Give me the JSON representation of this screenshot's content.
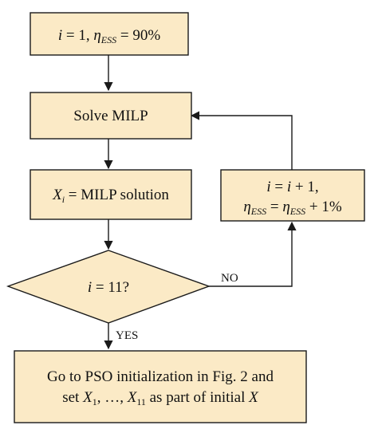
{
  "nodes": {
    "init": {
      "i_var": "i",
      "i_eq": " = 1, ",
      "eta": "η",
      "eta_sub": "ESS",
      "eta_val": " = 90%"
    },
    "solve": {
      "text": "Solve MILP"
    },
    "assign": {
      "x": "X",
      "x_sub": "i",
      "rest": " = MILP solution"
    },
    "decision": {
      "i_var": "i",
      "rest": " = 11?"
    },
    "update": {
      "l1_i": "i",
      "l1_eq": " = ",
      "l1_i2": "i",
      "l1_plus": " + 1,",
      "l2_eta": "η",
      "l2_sub": "ESS",
      "l2_eq": " = ",
      "l2_eta2": "η",
      "l2_sub2": "ESS",
      "l2_plus": " + 1%"
    },
    "final": {
      "line1": "Go to PSO initialization  in  Fig. 2 and",
      "l2_pre": "set ",
      "l2_x1": "X",
      "l2_x1_sub": "1",
      "l2_mid": ", …, ",
      "l2_x11": "X",
      "l2_x11_sub": "11",
      "l2_post": " as part of initial  ",
      "l2_x": "X"
    }
  },
  "edges": {
    "no_label": "NO",
    "yes_label": "YES"
  }
}
